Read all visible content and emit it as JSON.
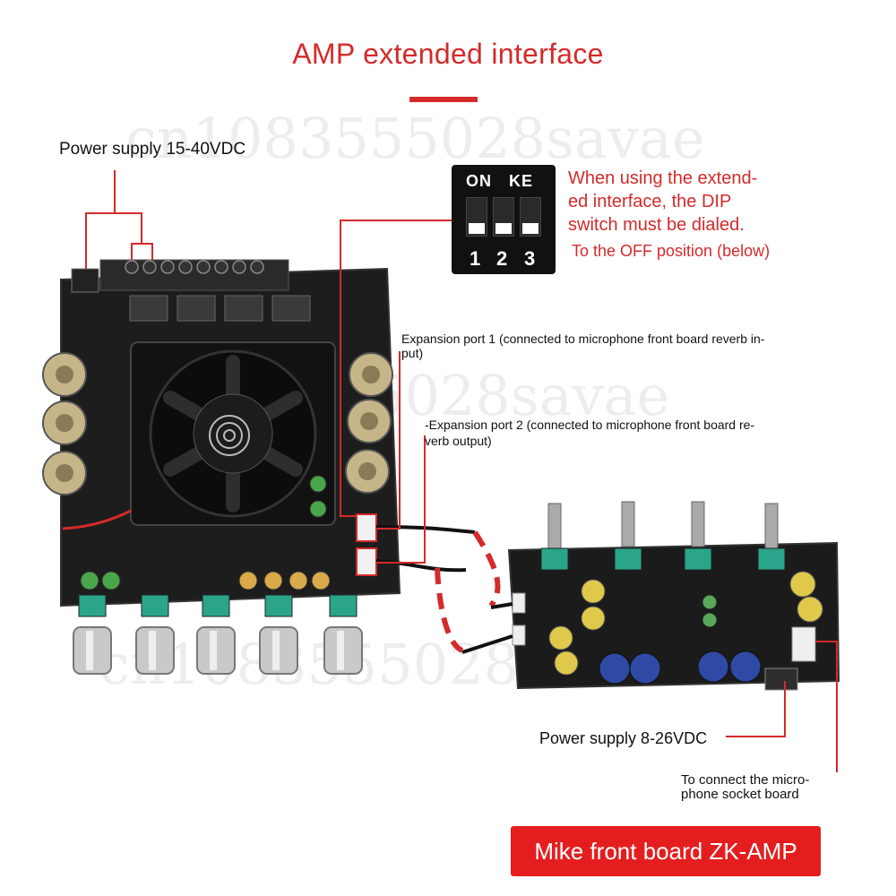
{
  "title": "AMP extended interface",
  "watermark": "cn1083555028savae",
  "watermark_mid": "5028savae",
  "watermark_low": "cn1083555028",
  "power_main": "Power supply 15-40VDC",
  "dip_switch": {
    "on_label": "ON",
    "ke_label": "KE",
    "numbers": [
      "1",
      "2",
      "3"
    ],
    "note_line1": "When using the extend-",
    "note_line2": "ed interface, the DIP",
    "note_line3": "switch must be dialed.",
    "note_line4": "To the OFF position (below)"
  },
  "expansion_port1": {
    "line1": "Expansion port 1 (connected to microphone front board reverb in-",
    "line2": "put)"
  },
  "expansion_port2": {
    "line1": "-Expansion port 2 (connected to microphone front board re-",
    "line2": "verb output)"
  },
  "power_front": "Power supply 8-26VDC",
  "mic_socket": {
    "line1": "To connect the micro-",
    "line2": "phone socket board"
  },
  "board_label": "Mike front board ZK-AMP",
  "colors": {
    "accent_red": "#d42a2a",
    "button_red": "#e41e1e",
    "pcb_black": "#1b1b1b"
  }
}
